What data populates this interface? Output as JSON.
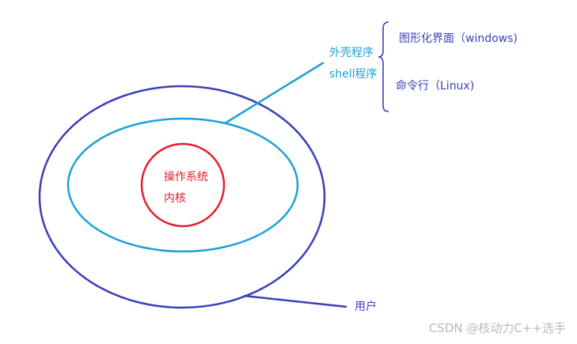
{
  "diagram": {
    "kernel": {
      "line1": "操作系统",
      "line2": "内核"
    },
    "shell": {
      "line1": "外壳程序",
      "line2": "shell程序"
    },
    "user": {
      "label": "用户"
    },
    "shell_types": {
      "gui": "图形化界面（windows)",
      "cli": "命令行（Linux)"
    },
    "colors": {
      "outer": "#3b3fb6",
      "middle": "#1ba1d8",
      "kernel": "#e02030",
      "watermark": "#b9b9b9"
    }
  },
  "watermark": "CSDN @核动力C++选手"
}
